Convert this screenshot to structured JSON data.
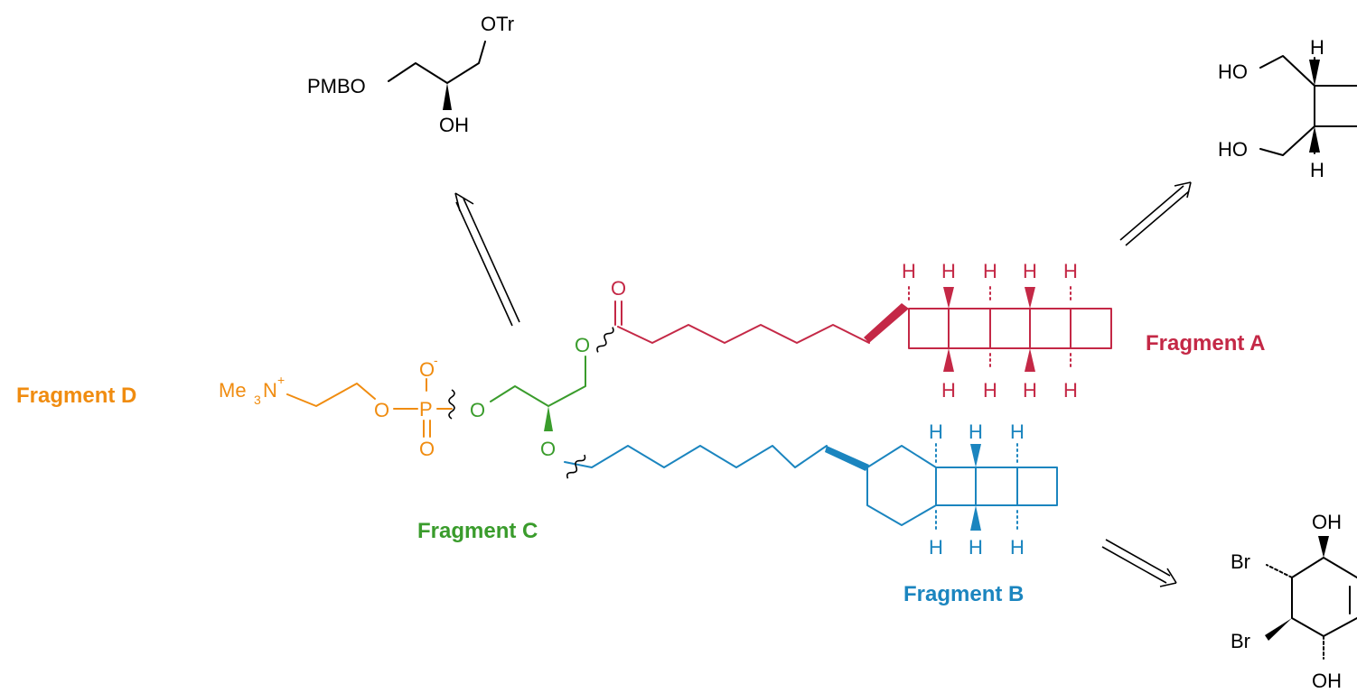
{
  "colors": {
    "fragment_a": "#c42846",
    "fragment_b": "#1b85bf",
    "fragment_c": "#3a9c2c",
    "fragment_d": "#f08c10",
    "ink": "#000000"
  },
  "fragment_labels": {
    "a": "Fragment A",
    "b": "Fragment B",
    "c": "Fragment C",
    "d": "Fragment D"
  },
  "atoms": {
    "oxygen": "O",
    "hydrogen": "H",
    "phosphorus": "P",
    "trimethylammonium": "Me",
    "subscript_three": "3",
    "nitrogen": "N",
    "plus": "+",
    "minus": "-"
  },
  "precursor_c": {
    "protecting_group_left": "PMBO",
    "protecting_group_top": "OTr",
    "hydroxyl": "OH"
  },
  "precursor_a": {
    "hydroxyl_top": "HO",
    "hydroxyl_bottom": "HO"
  },
  "precursor_b": {
    "hydroxyl_top": "OH",
    "hydroxyl_bottom": "OH",
    "bromo_top": "Br",
    "bromo_bottom": "Br"
  }
}
